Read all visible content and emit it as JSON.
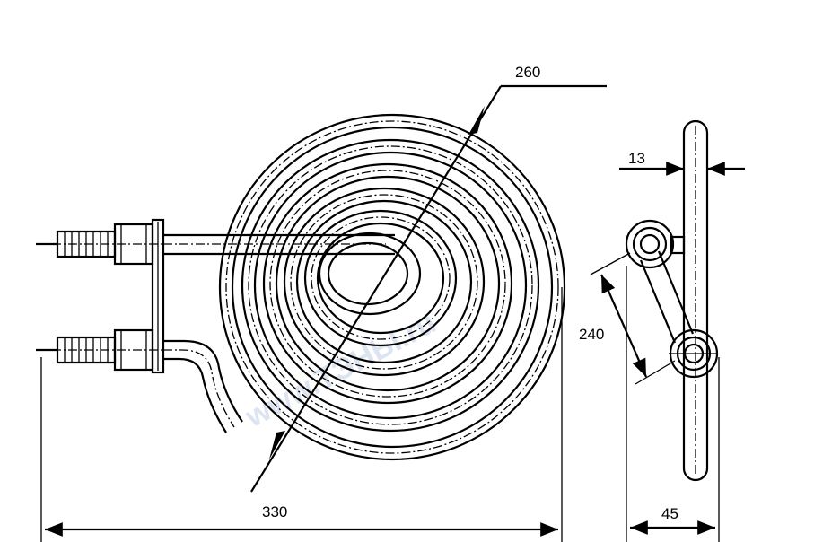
{
  "dimensions": {
    "coil_diameter": "260",
    "overall_width": "330",
    "tube_diameter": "13",
    "terminal_spacing": "240",
    "depth": "45"
  }
}
